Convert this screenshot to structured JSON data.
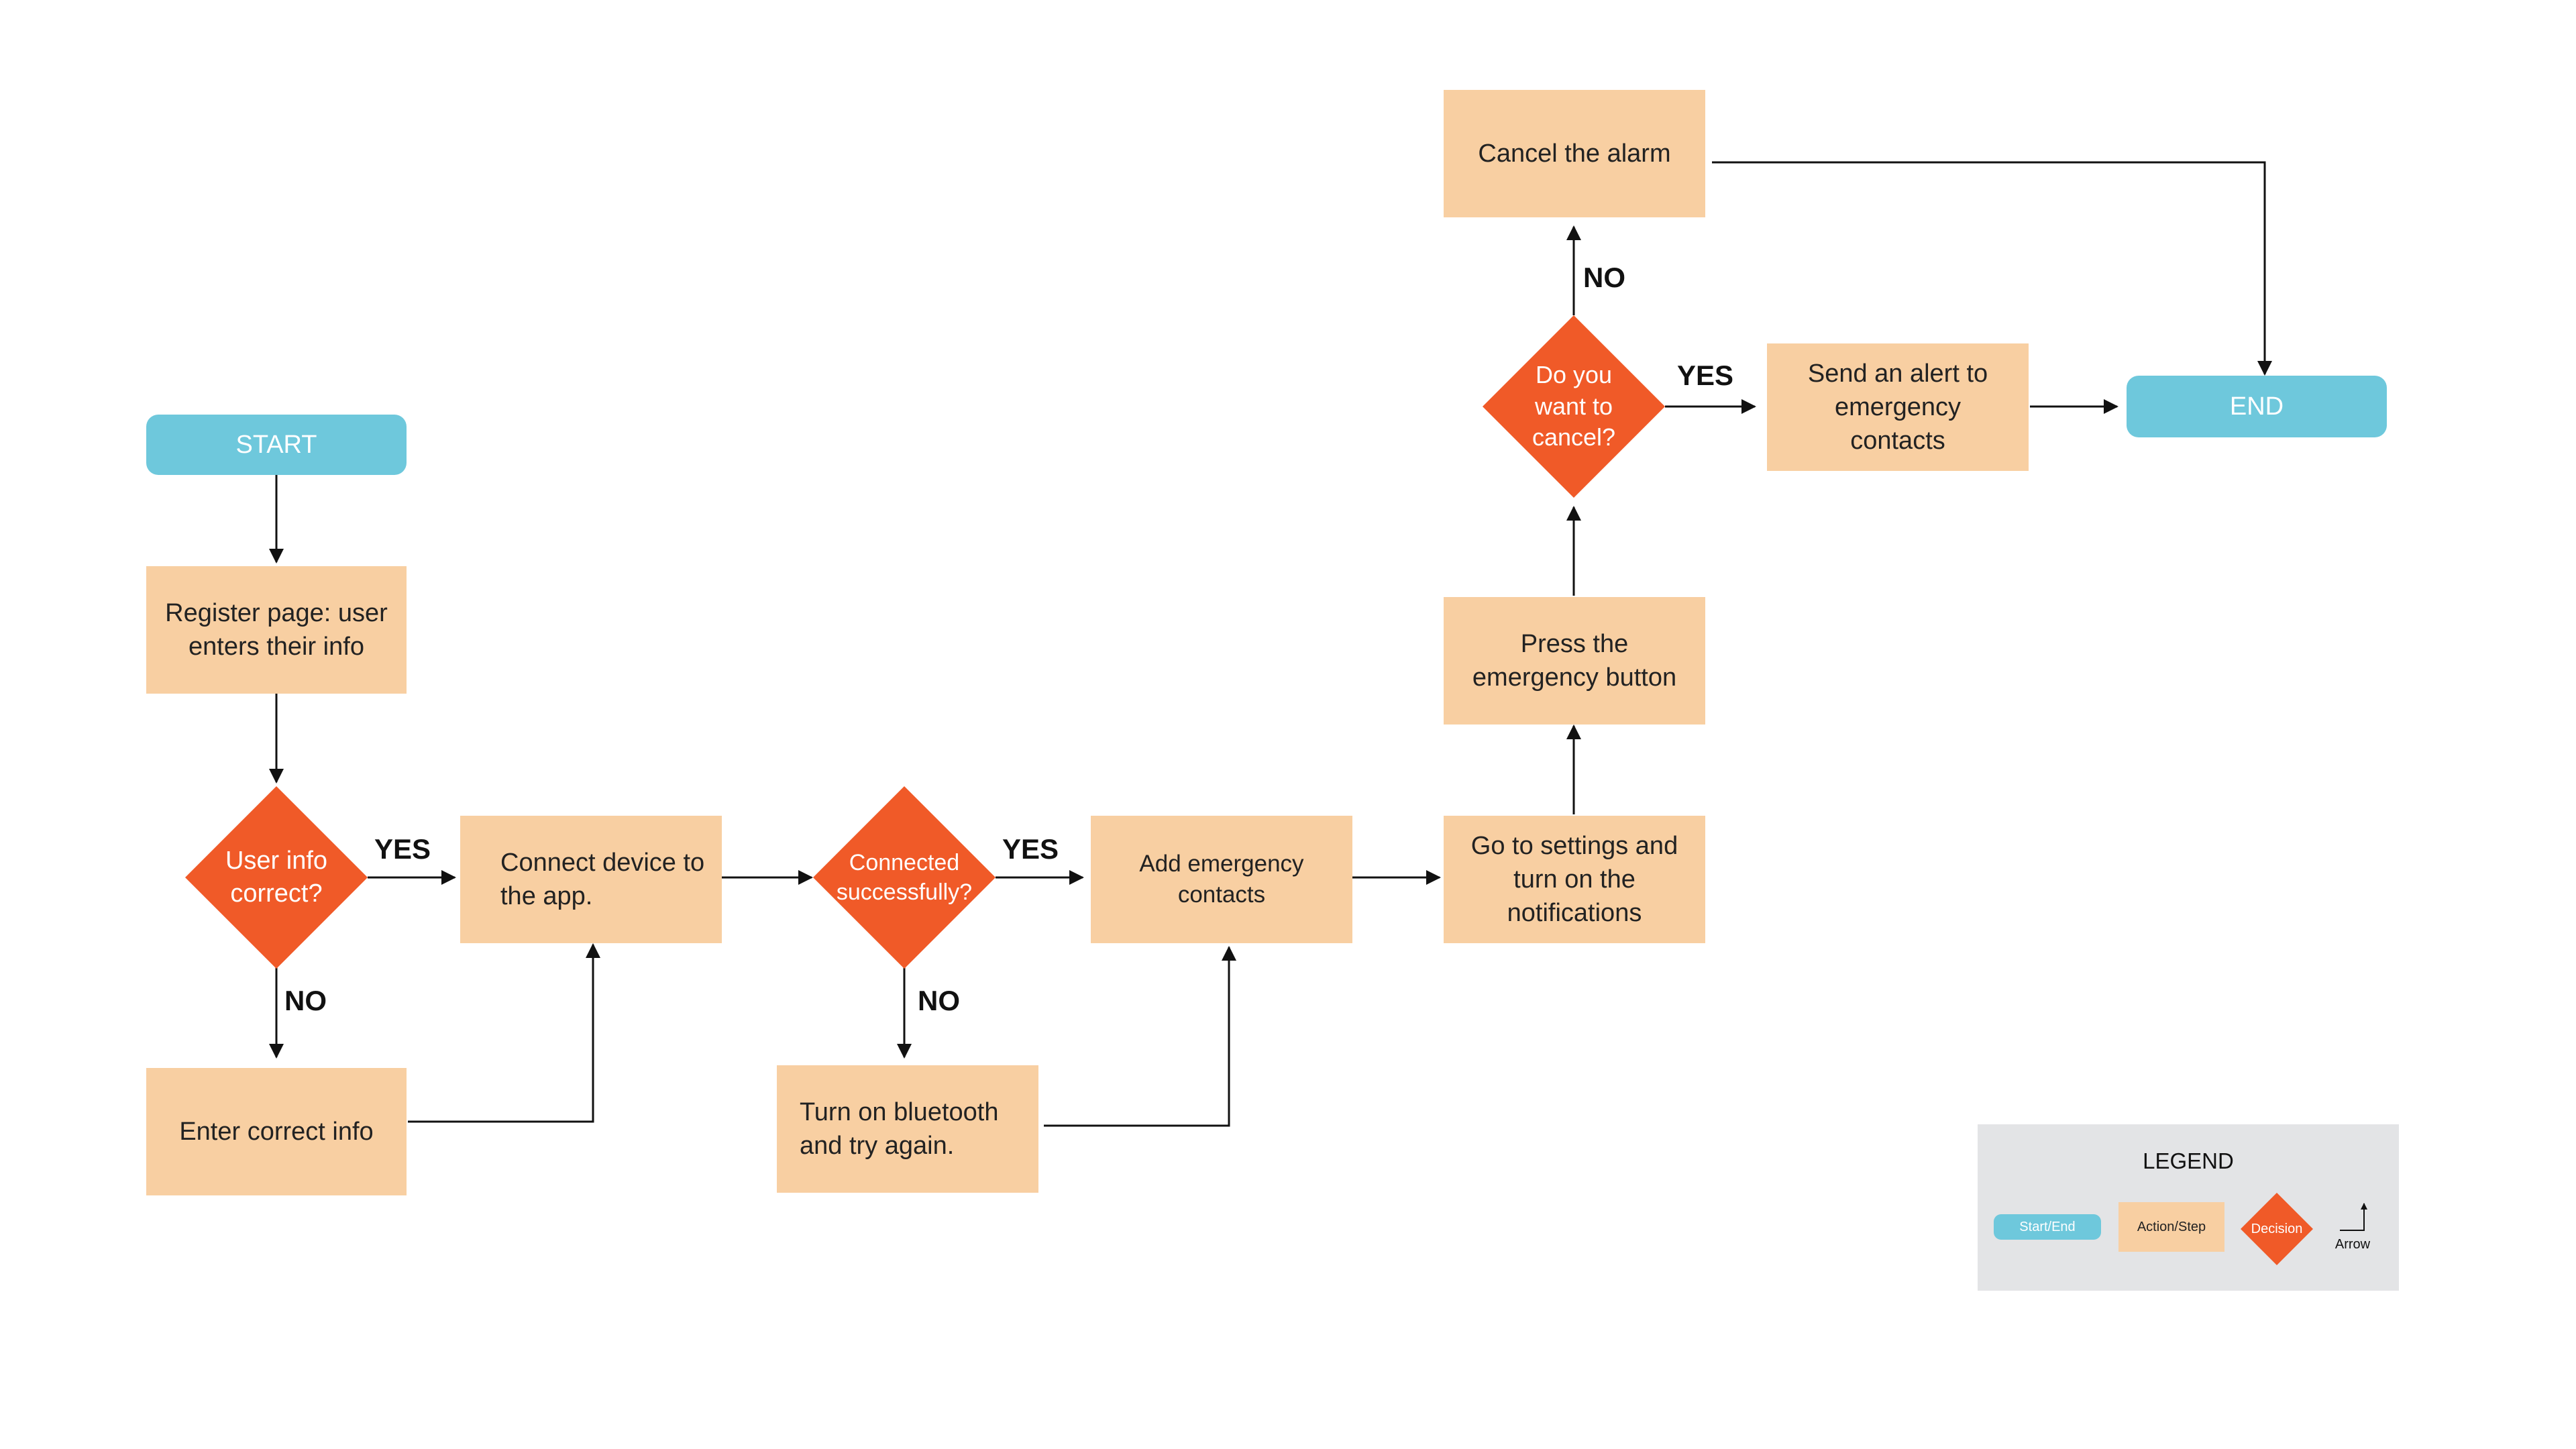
{
  "colors": {
    "terminal": "#6ec8dc",
    "action": "#f8cfa2",
    "decision": "#f05a28",
    "edge": "#111111",
    "legend_bg": "#e3e4e6"
  },
  "nodes": {
    "start": {
      "label": "START"
    },
    "register": {
      "label": "Register page: user enters their info"
    },
    "user_info_correct": {
      "label": "User info correct?"
    },
    "enter_correct_info": {
      "label": "Enter correct info"
    },
    "connect_device": {
      "label": "Connect device to the app."
    },
    "connected_successfully": {
      "label": "Connected successfully?"
    },
    "turn_on_bluetooth": {
      "label": "Turn on bluetooth and try again."
    },
    "add_emergency_contacts": {
      "label": "Add emergency contacts"
    },
    "go_to_settings": {
      "label": "Go to settings and turn on the notifications"
    },
    "press_emergency_button": {
      "label": "Press the emergency button"
    },
    "want_to_cancel": {
      "label": "Do you want to cancel?"
    },
    "cancel_alarm": {
      "label": "Cancel the alarm"
    },
    "send_alert": {
      "label": "Send an alert to emergency contacts"
    },
    "end": {
      "label": "END"
    }
  },
  "edges": [
    {
      "from": "start",
      "to": "register",
      "label": ""
    },
    {
      "from": "register",
      "to": "user_info_correct",
      "label": ""
    },
    {
      "from": "user_info_correct",
      "to": "connect_device",
      "label": "YES"
    },
    {
      "from": "user_info_correct",
      "to": "enter_correct_info",
      "label": "NO"
    },
    {
      "from": "enter_correct_info",
      "to": "connect_device",
      "label": ""
    },
    {
      "from": "connect_device",
      "to": "connected_successfully",
      "label": ""
    },
    {
      "from": "connected_successfully",
      "to": "add_emergency_contacts",
      "label": "YES"
    },
    {
      "from": "connected_successfully",
      "to": "turn_on_bluetooth",
      "label": "NO"
    },
    {
      "from": "turn_on_bluetooth",
      "to": "add_emergency_contacts",
      "label": ""
    },
    {
      "from": "add_emergency_contacts",
      "to": "go_to_settings",
      "label": ""
    },
    {
      "from": "go_to_settings",
      "to": "press_emergency_button",
      "label": ""
    },
    {
      "from": "press_emergency_button",
      "to": "want_to_cancel",
      "label": ""
    },
    {
      "from": "want_to_cancel",
      "to": "send_alert",
      "label": "YES"
    },
    {
      "from": "want_to_cancel",
      "to": "cancel_alarm",
      "label": "NO"
    },
    {
      "from": "send_alert",
      "to": "end",
      "label": ""
    },
    {
      "from": "cancel_alarm",
      "to": "end",
      "label": ""
    }
  ],
  "branch_labels": {
    "user_info_yes": "YES",
    "user_info_no": "NO",
    "connected_yes": "YES",
    "connected_no": "NO",
    "cancel_yes": "YES",
    "cancel_no": "NO"
  },
  "legend": {
    "title": "LEGEND",
    "start_end": "Start/End",
    "action_step": "Action/Step",
    "decision": "Decision",
    "arrow": "Arrow"
  }
}
